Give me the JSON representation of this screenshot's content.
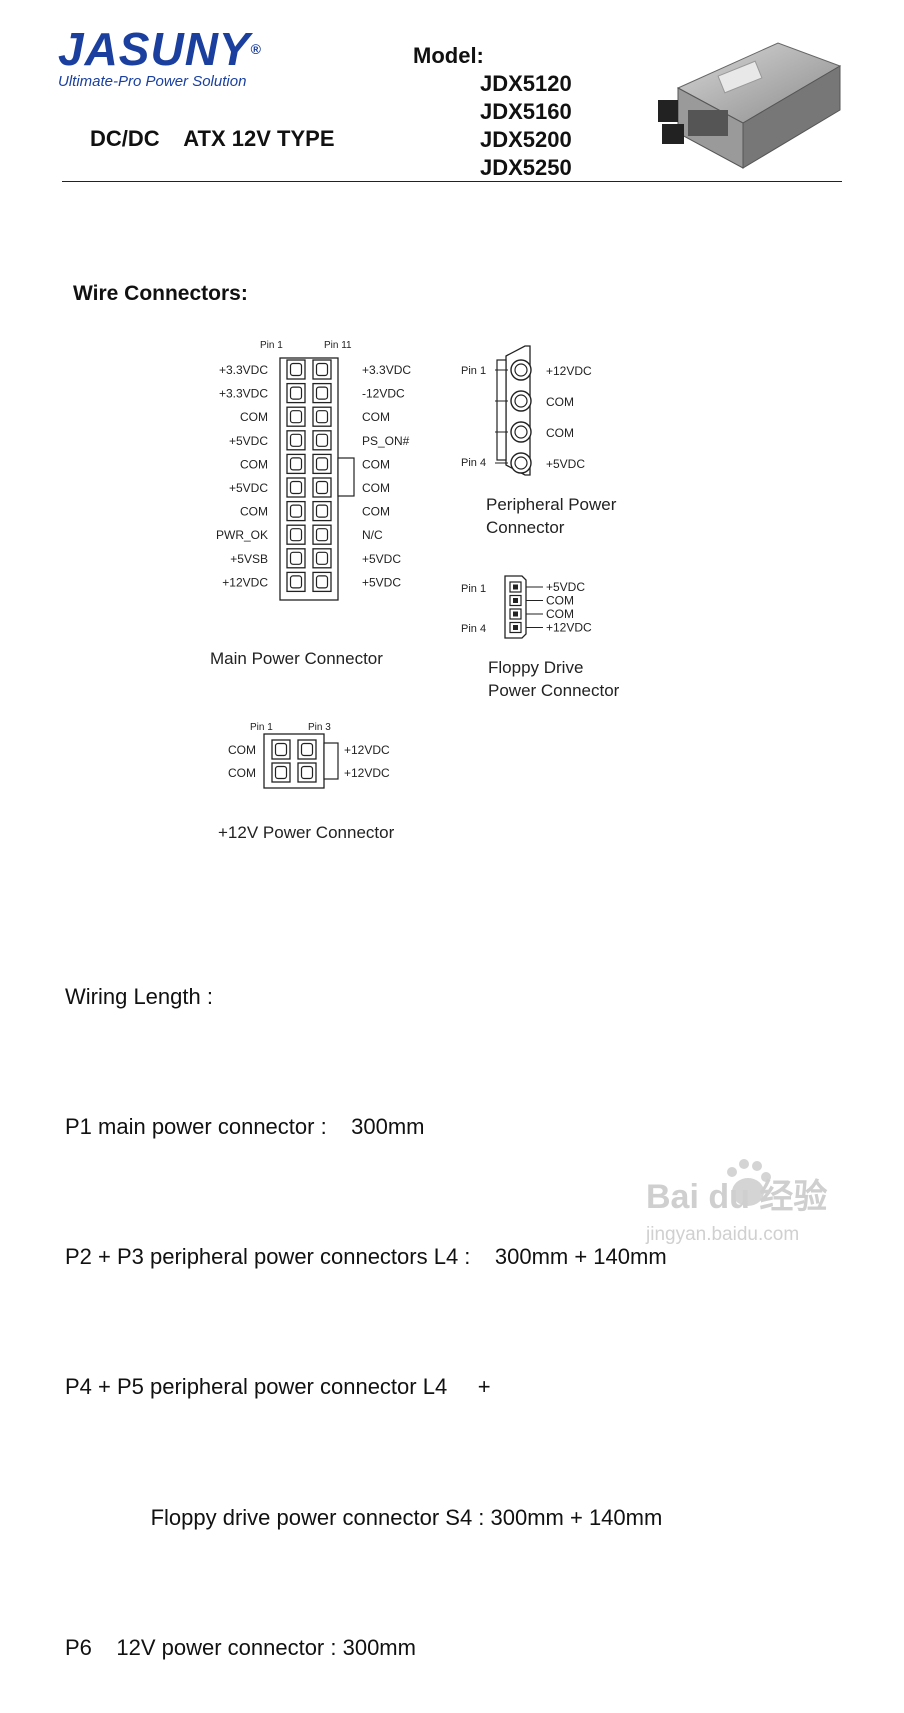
{
  "header": {
    "brand": "JASUNY",
    "brand_reg": "®",
    "tagline": "Ultimate-Pro Power Solution",
    "type_line": "DC/DC    ATX 12V TYPE",
    "model_label": "Model:",
    "models": [
      "JDX5120",
      "JDX5160",
      "JDX5200",
      "JDX5250"
    ]
  },
  "section_title": "Wire Connectors:",
  "main_connector": {
    "pin_first": "Pin 1",
    "pin_second": "Pin 11",
    "left_labels": [
      "+3.3VDC",
      "+3.3VDC",
      "COM",
      "+5VDC",
      "COM",
      "+5VDC",
      "COM",
      "PWR_OK",
      "+5VSB",
      "+12VDC"
    ],
    "right_labels": [
      "+3.3VDC",
      "-12VDC",
      "COM",
      "PS_ON#",
      "COM",
      "COM",
      "COM",
      "N/C",
      "+5VDC",
      "+5VDC"
    ],
    "caption": "Main Power Connector"
  },
  "peripheral_connector": {
    "pin_first": "Pin 1",
    "pin_last": "Pin 4",
    "labels": [
      "+12VDC",
      "COM",
      "COM",
      "+5VDC"
    ],
    "caption_line1": "Peripheral Power",
    "caption_line2": "Connector"
  },
  "floppy_connector": {
    "pin_first": "Pin 1",
    "pin_last": "Pin 4",
    "labels": [
      "+5VDC",
      "COM",
      "COM",
      "+12VDC"
    ],
    "caption_line1": "Floppy Drive",
    "caption_line2": "Power Connector"
  },
  "p12v_connector": {
    "pin_first": "Pin 1",
    "pin_second": "Pin 3",
    "left_labels": [
      "COM",
      "COM"
    ],
    "right_labels": [
      "+12VDC",
      "+12VDC"
    ],
    "caption": "+12V Power Connector"
  },
  "wiring": {
    "title": "Wiring Length :",
    "lines": [
      "P1 main power connector :    300mm",
      "P2 + P3 peripheral power connectors L4 :    300mm + 140mm",
      "P4 + P5 peripheral power connector L4     +",
      "              Floppy drive power connector S4 : 300mm + 140mm",
      "P6    12V power connector : 300mm"
    ]
  },
  "watermark": {
    "text": "Bai du 经验",
    "url": "jingyan.baidu.com"
  }
}
